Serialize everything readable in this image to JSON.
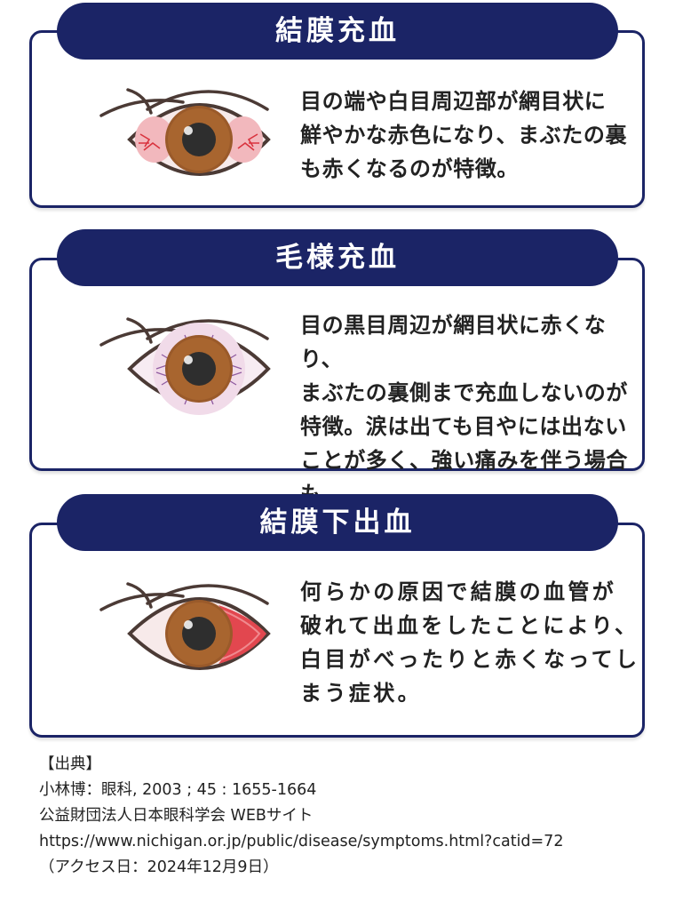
{
  "sections": [
    {
      "title": "結膜充血",
      "description": "目の端や白目周辺部が網目状に\n鮮やかな赤色になり、まぶたの裏\nも赤くなるのが特徴。",
      "eye_icon": "eye-conjunctival-hyperemia-icon"
    },
    {
      "title": "毛様充血",
      "description": "目の黒目周辺が網目状に赤くなり、\nまぶたの裏側まで充血しないのが\n特徴。涙は出ても目やには出ない\nことが多く、強い痛みを伴う場合も。",
      "eye_icon": "eye-ciliary-hyperemia-icon"
    },
    {
      "title": "結膜下出血",
      "description": "何らかの原因で結膜の血管が\n破れて出血をしたことにより、\n白目がべったりと赤くなってし\nまう症状。",
      "eye_icon": "eye-subconjunctival-hemorrhage-icon"
    }
  ],
  "source": {
    "heading": "【出典】",
    "ref1": "小林博：眼科, 2003 ; 45 : 1655-1664",
    "ref2": "公益財団法人日本眼科学会 WEBサイト",
    "url": "https://www.nichigan.or.jp/public/disease/symptoms.html?catid=72",
    "accessed": "（アクセス日：2024年12月9日）"
  },
  "colors": {
    "navy": "#1b2466",
    "iris": "#9a5a2a",
    "pupil": "#2e2e2e",
    "blood": "#e2474f",
    "ciliary_vessels": "#8f5aa0"
  }
}
